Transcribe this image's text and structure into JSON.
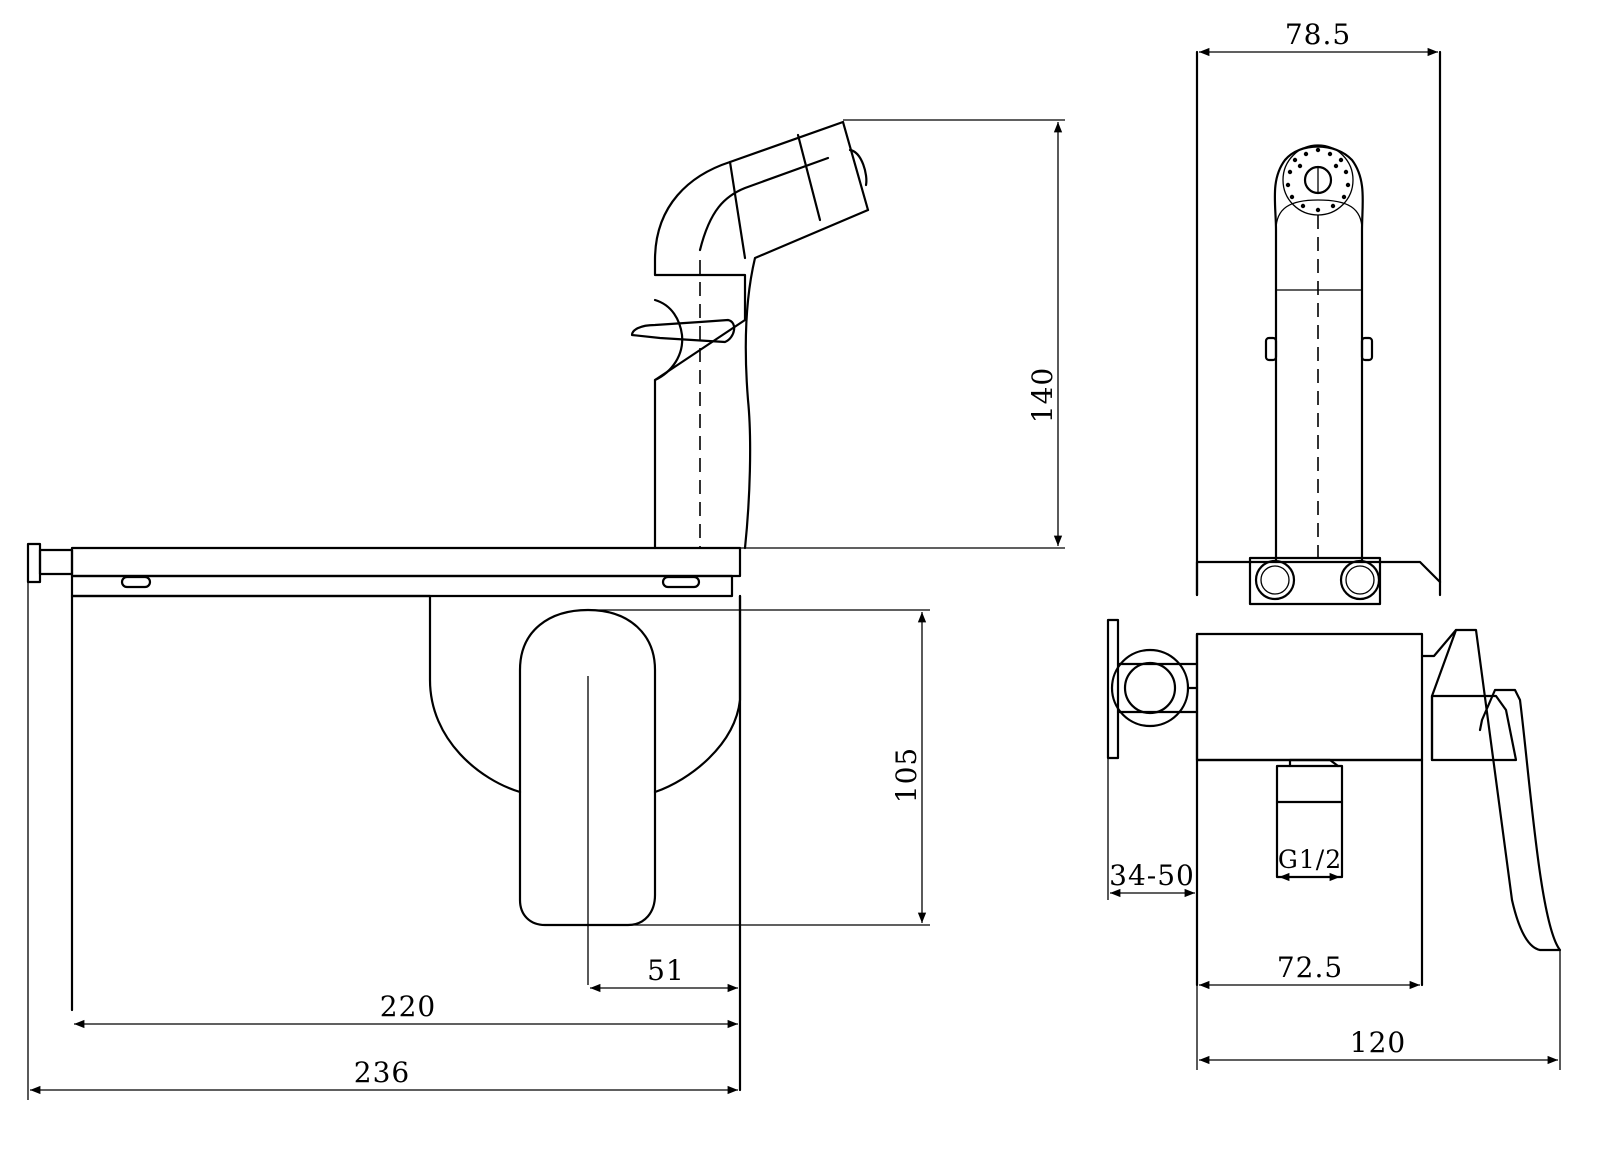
{
  "dimensions": {
    "side_height": "140",
    "side_body_height": "105",
    "side_handle_offset": "51",
    "side_depth": "220",
    "side_total_depth": "236",
    "front_head_width": "78.5",
    "front_wall_range": "34-50",
    "front_thread": "G1/2",
    "front_body_width": "72.5",
    "front_total_width": "120"
  }
}
